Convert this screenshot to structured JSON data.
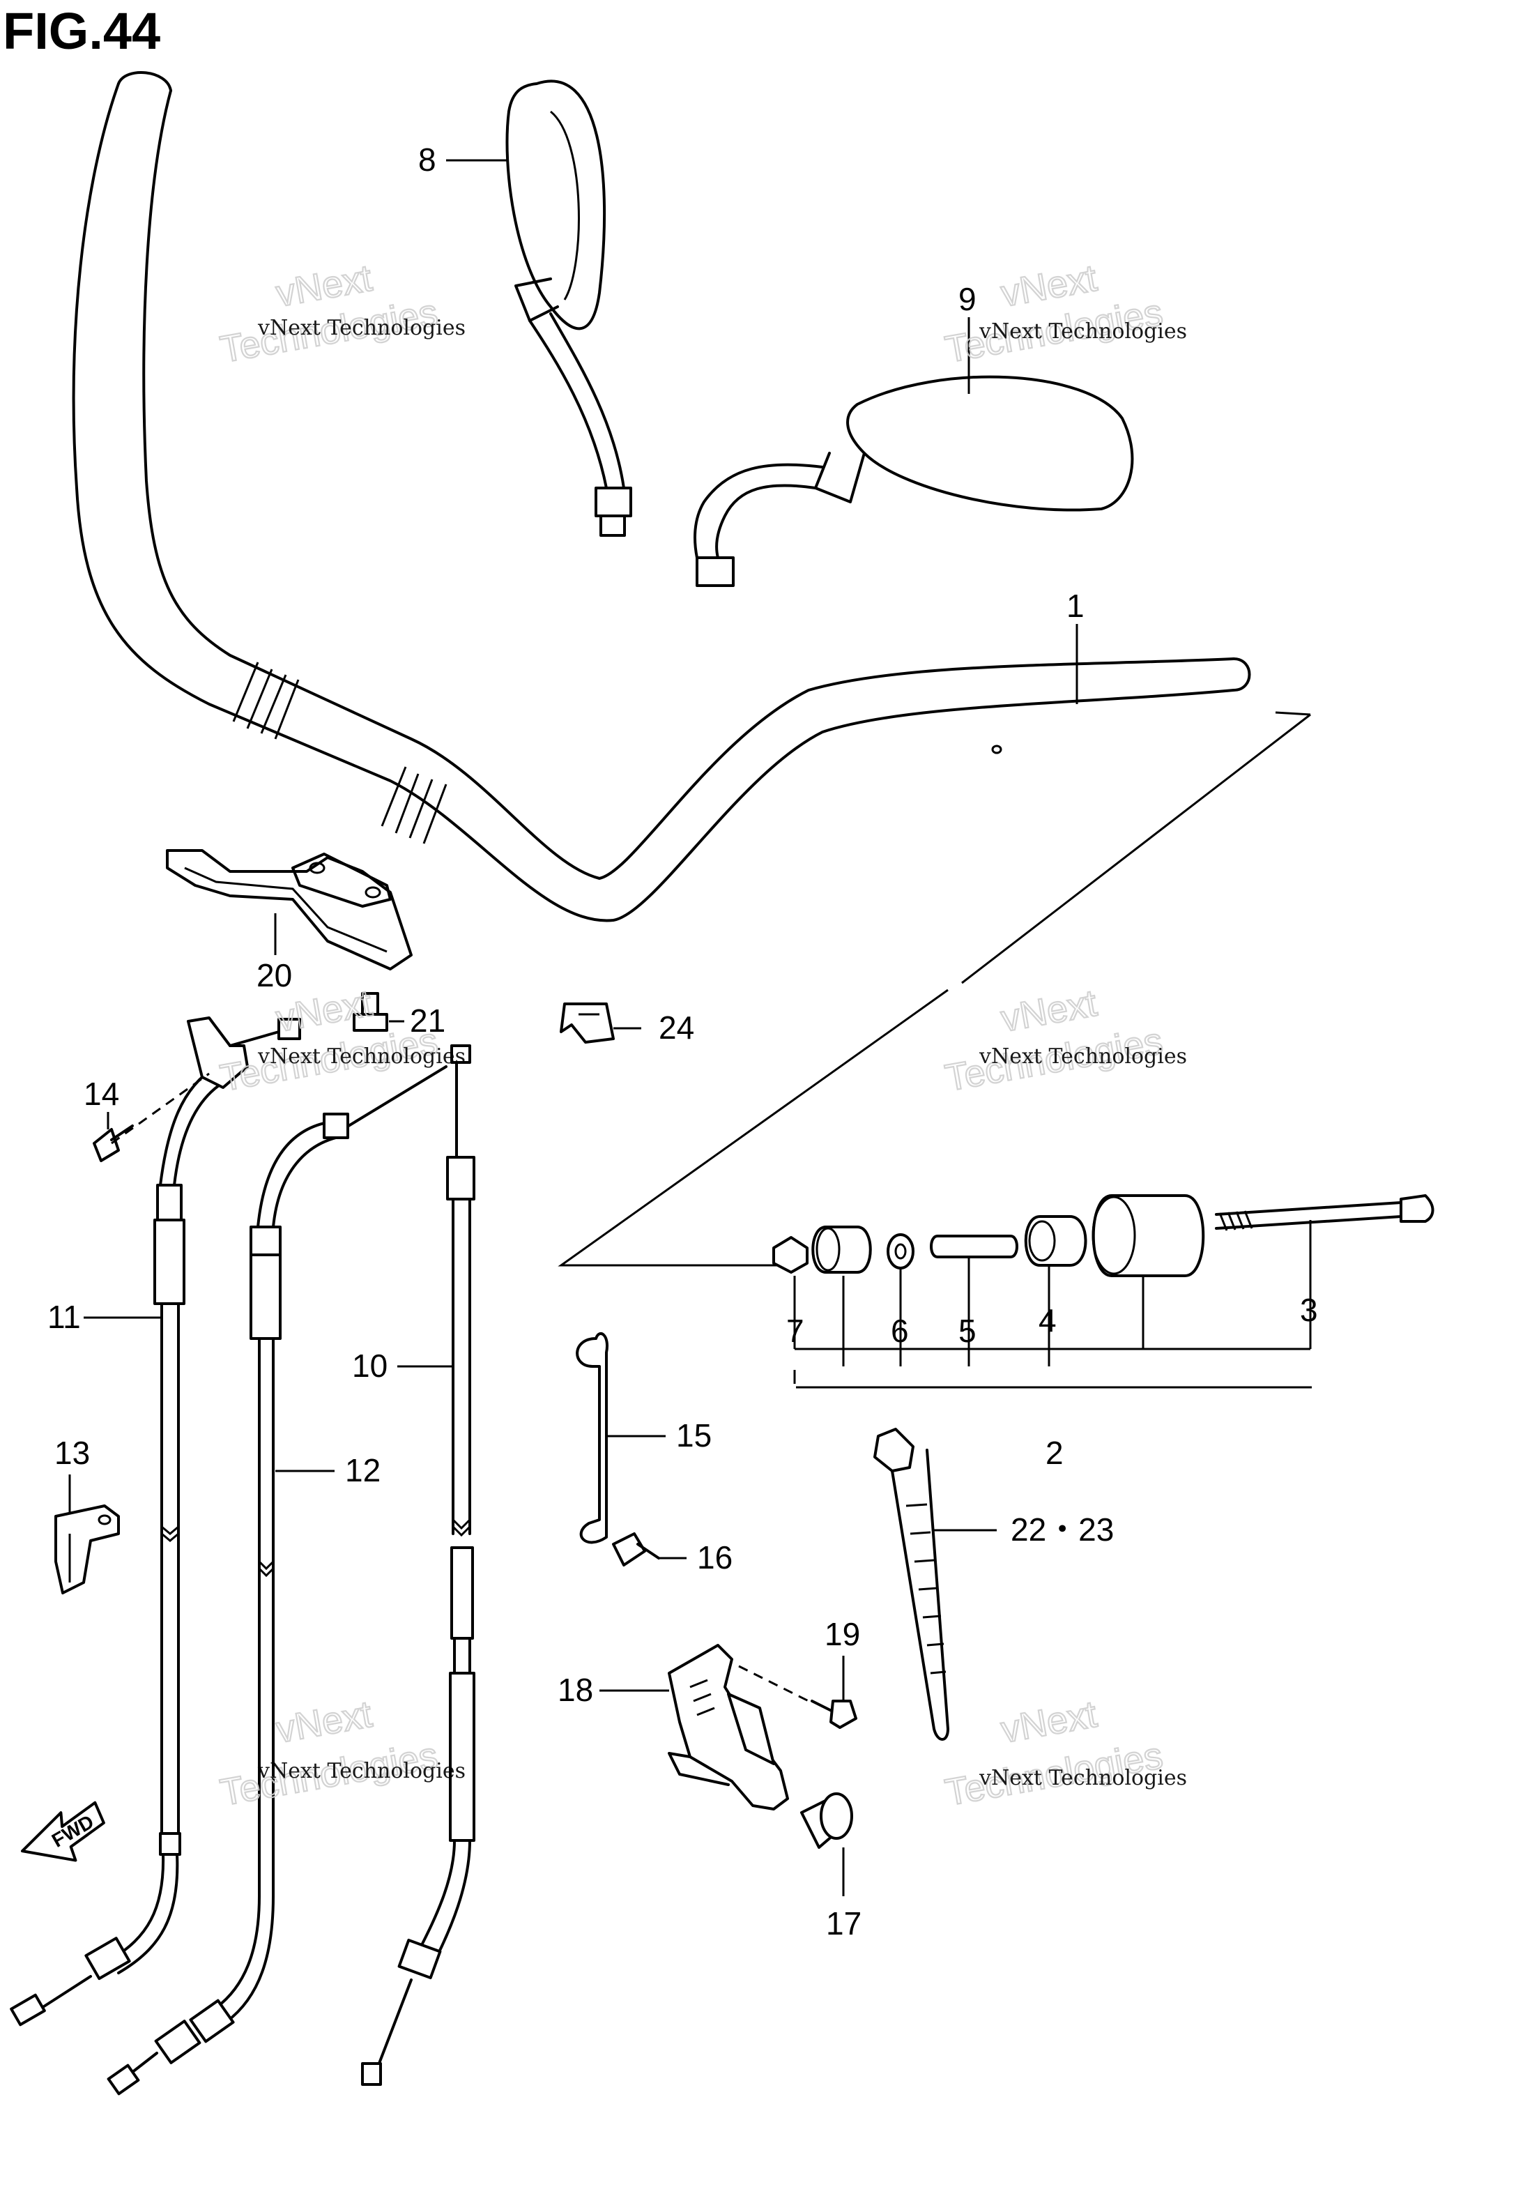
{
  "figure": {
    "title": "FIG.44",
    "direction_marker": "FWD"
  },
  "watermark": {
    "small_text": "vNext Technologies",
    "large_line_1": "vNext",
    "large_line_2": "Technologies"
  },
  "callouts": [
    {
      "id": "1",
      "label": "1"
    },
    {
      "id": "2",
      "label": "2"
    },
    {
      "id": "3",
      "label": "3"
    },
    {
      "id": "4",
      "label": "4"
    },
    {
      "id": "5",
      "label": "5"
    },
    {
      "id": "6",
      "label": "6"
    },
    {
      "id": "7",
      "label": "7"
    },
    {
      "id": "8",
      "label": "8"
    },
    {
      "id": "9",
      "label": "9"
    },
    {
      "id": "10",
      "label": "10"
    },
    {
      "id": "11",
      "label": "11"
    },
    {
      "id": "12",
      "label": "12"
    },
    {
      "id": "13",
      "label": "13"
    },
    {
      "id": "14",
      "label": "14"
    },
    {
      "id": "15",
      "label": "15"
    },
    {
      "id": "16",
      "label": "16"
    },
    {
      "id": "17",
      "label": "17"
    },
    {
      "id": "18",
      "label": "18"
    },
    {
      "id": "19",
      "label": "19"
    },
    {
      "id": "20",
      "label": "20"
    },
    {
      "id": "21",
      "label": "21"
    },
    {
      "id": "22-23",
      "label": "22・23"
    },
    {
      "id": "24",
      "label": "24"
    }
  ]
}
